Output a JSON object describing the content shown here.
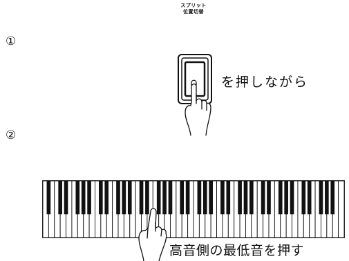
{
  "button_label": {
    "line1": "スプリット",
    "line2": "位置切替"
  },
  "steps": [
    {
      "number": "①",
      "instruction": "を押しながら"
    },
    {
      "number": "②",
      "instruction": "高音側の最低音を押す"
    }
  ],
  "keyboard": {
    "white_key_count": 52
  },
  "colors": {
    "ink": "#111111",
    "paper": "#ffffff"
  }
}
